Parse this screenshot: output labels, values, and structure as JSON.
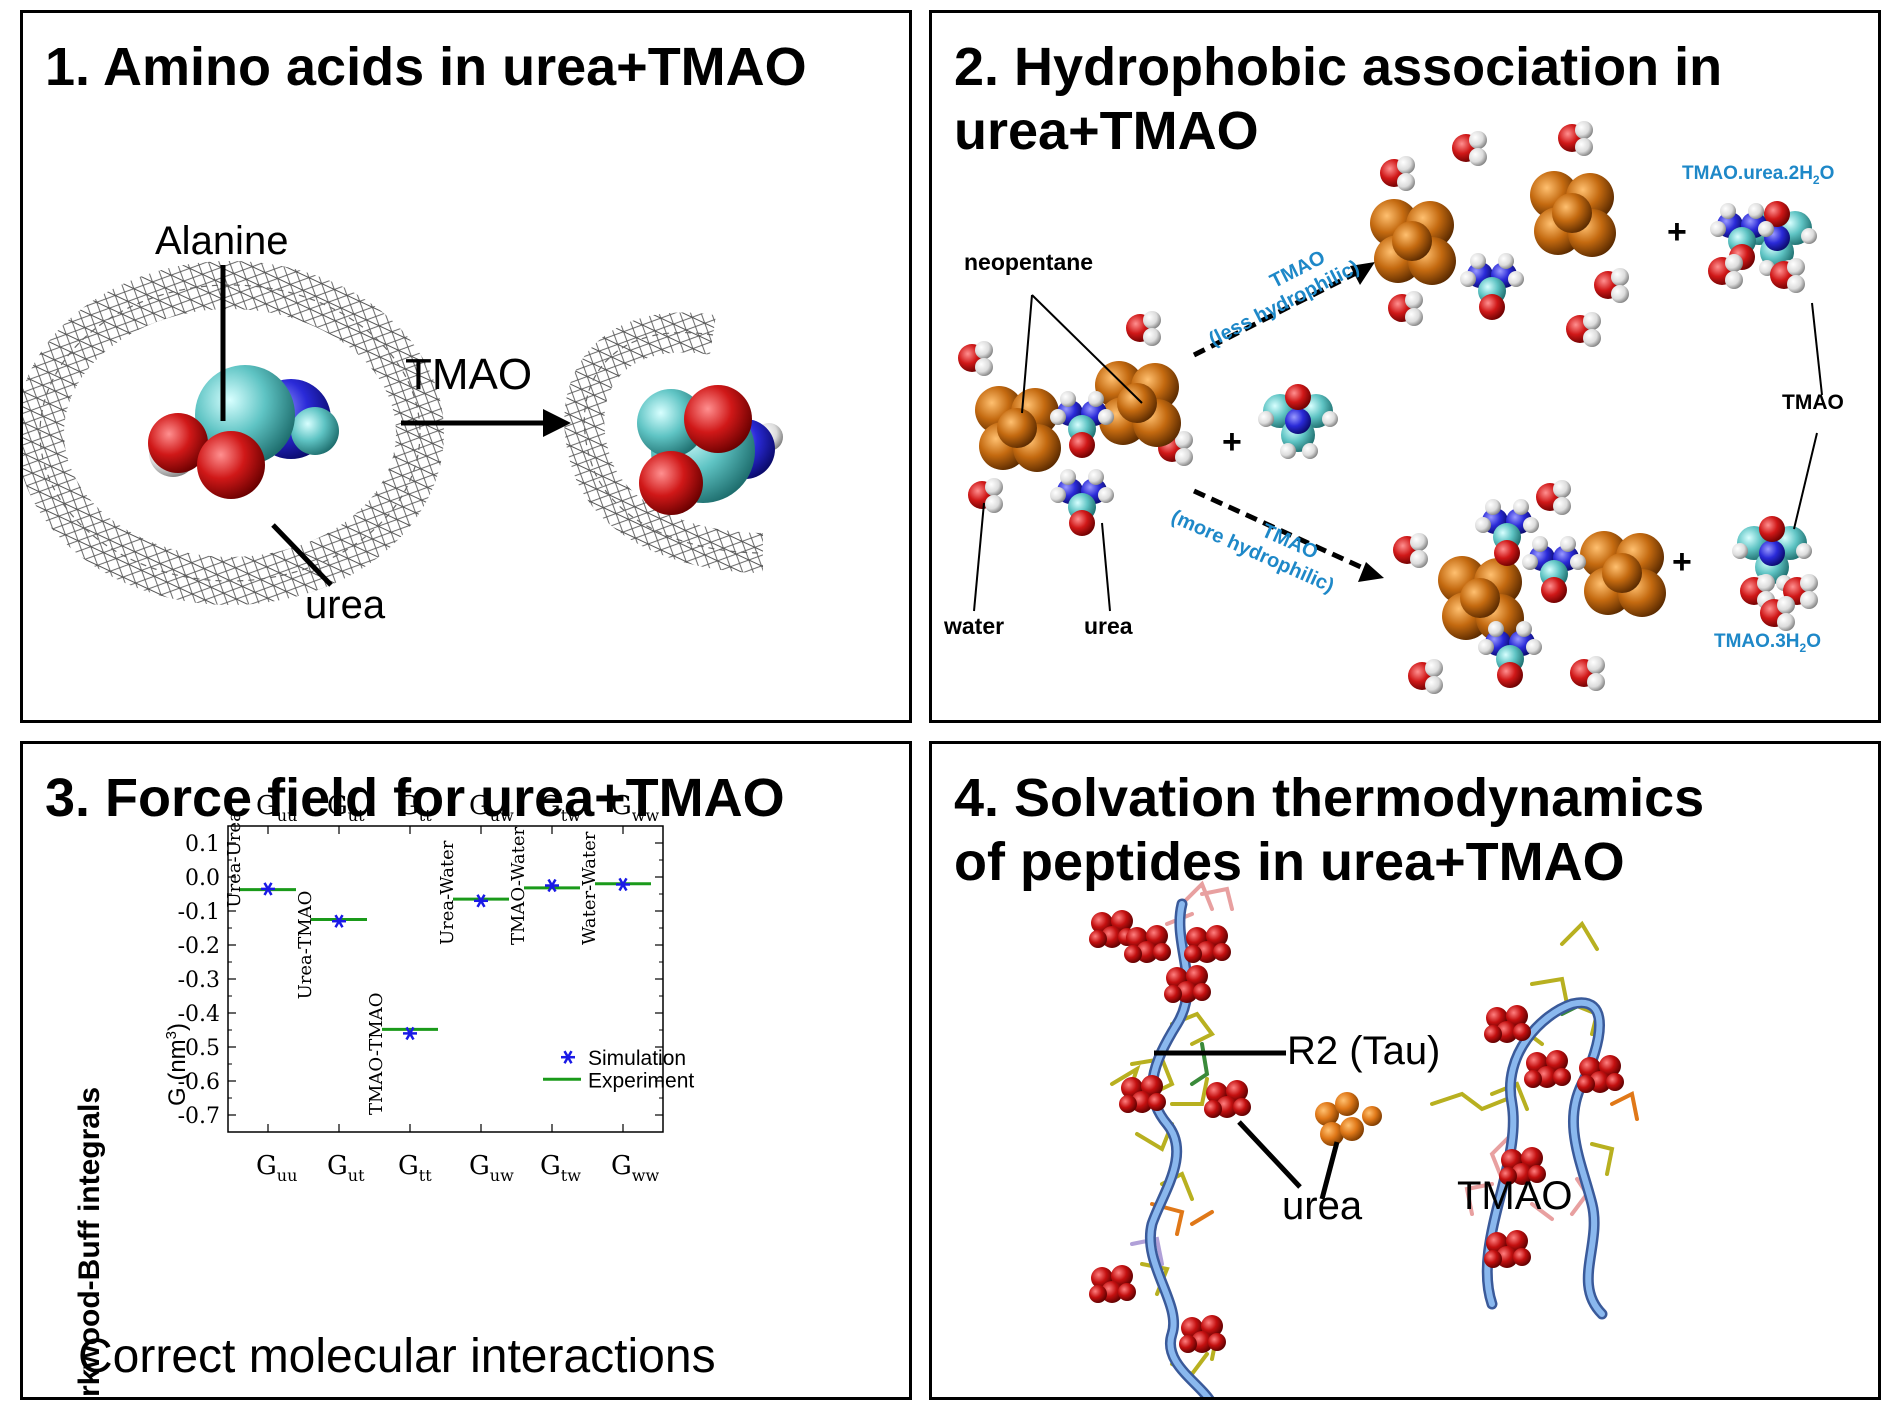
{
  "panel1": {
    "title": "1. Amino acids in urea+TMAO",
    "label_alanine": "Alanine",
    "label_tmao_arrow": "TMAO",
    "label_urea": "urea"
  },
  "panel2": {
    "title_line1": "2. Hydrophobic association in",
    "title_line2": "urea+TMAO",
    "label_neopentane": "neopentane",
    "label_water": "water",
    "label_urea": "urea",
    "arrow_top_line1": "TMAO",
    "arrow_top_line2": "(less hydrophilic)",
    "arrow_bottom_line1": "TMAO",
    "arrow_bottom_line2": "(more hydrophilic)",
    "complex_top": {
      "base": "TMAO.urea.2H",
      "sub": "2",
      "tail": "O"
    },
    "complex_bottom": {
      "base": "TMAO.3H",
      "sub": "2",
      "tail": "O"
    },
    "label_tmao": "TMAO",
    "plus": "+"
  },
  "panel3": {
    "title": "3. Force field for urea+TMAO",
    "outer_ylabel": "Kirkwood-Buff integrals",
    "caption": "Correct molecular interactions",
    "chart_data": {
      "type": "scatter",
      "ylabel": "G (nm",
      "ylabel_sup": "3",
      "ylabel_close": ")",
      "ylim": [
        -0.75,
        0.15
      ],
      "yticks": [
        "0.1",
        "0.0",
        "-0.1",
        "-0.2",
        "-0.3",
        "-0.4",
        "-0.5",
        "-0.6",
        "-0.7"
      ],
      "ytick_values": [
        0.1,
        0.0,
        -0.1,
        -0.2,
        -0.3,
        -0.4,
        -0.5,
        -0.6,
        -0.7
      ],
      "categories": [
        {
          "base": "G",
          "sub": "uu"
        },
        {
          "base": "G",
          "sub": "ut"
        },
        {
          "base": "G",
          "sub": "tt"
        },
        {
          "base": "G",
          "sub": "uw"
        },
        {
          "base": "G",
          "sub": "tw"
        },
        {
          "base": "G",
          "sub": "ww"
        }
      ],
      "pair_labels": [
        "Urea-Urea",
        "Urea-TMAO",
        "TMAO-TMAO",
        "Urea-Water",
        "TMAO-Water",
        "Water-Water"
      ],
      "series": [
        {
          "name": "Simulation",
          "values": [
            -0.035,
            -0.13,
            -0.46,
            -0.07,
            -0.025,
            -0.022
          ],
          "color": "#1a1ae6",
          "marker": "asterisk"
        },
        {
          "name": "Experiment",
          "values": [
            -0.037,
            -0.125,
            -0.448,
            -0.065,
            -0.032,
            -0.02
          ],
          "color": "#1a9a1a",
          "marker": "line"
        }
      ],
      "legend_placement": "bottom-right"
    }
  },
  "panel4": {
    "title_line1": "4. Solvation thermodynamics",
    "title_line2": "of peptides in urea+TMAO",
    "label_r2": "R2 (Tau)",
    "label_urea": "urea",
    "label_tmao": "TMAO"
  },
  "colors": {
    "oxygen": "#d01818",
    "nitrogen": "#2a2ad8",
    "carbon_cyan": "#5fc4c4",
    "hydrogen": "#e8e8e8",
    "neopentane": "#c46a10",
    "backbone": "#7aaee8",
    "sidechain_yellow": "#b8b020",
    "sidechain_pink": "#e8a0a0",
    "label_blue": "#1e88c8"
  }
}
